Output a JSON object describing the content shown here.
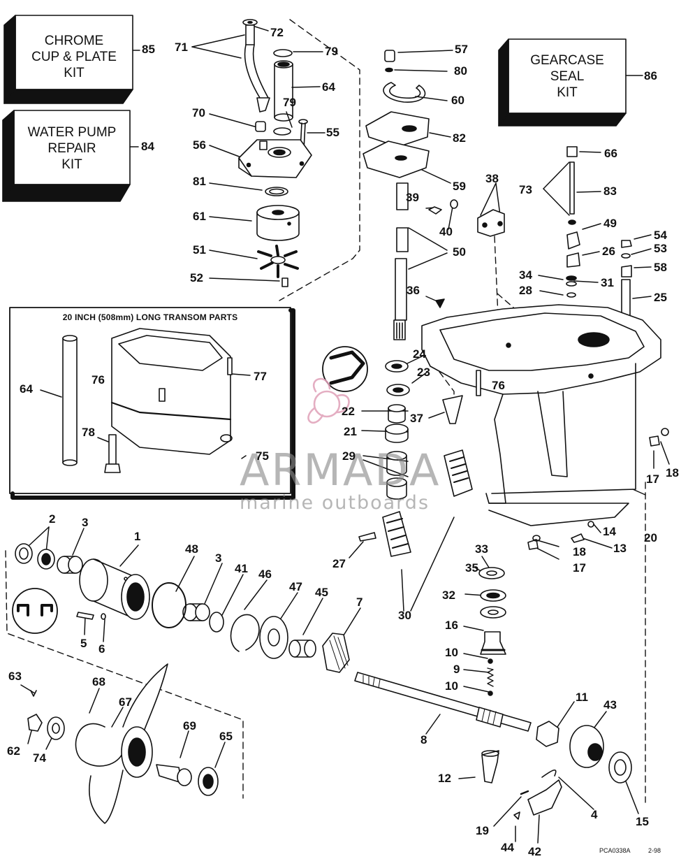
{
  "kits": {
    "chrome": "CHROME\nCUP & PLATE\nKIT",
    "waterpump": "WATER PUMP\nREPAIR\nKIT",
    "gearcase": "GEARCASE\nSEAL\nKIT"
  },
  "inset": {
    "title": "20 INCH (508mm) LONG TRANSOM PARTS"
  },
  "watermark": {
    "title": "ARMADA",
    "subtitle": "marine outboards"
  },
  "code": {
    "id": "PCA0338A",
    "date": "2-98"
  },
  "labels": {
    "n85": "85",
    "n72": "72",
    "n71": "71",
    "n79a": "79",
    "n57": "57",
    "n80": "80",
    "n64a": "64",
    "n60": "60",
    "n86": "86",
    "n70": "70",
    "n79b": "79",
    "n55": "55",
    "n84": "84",
    "n56": "56",
    "n82": "82",
    "n66": "66",
    "n59": "59",
    "n81": "81",
    "n38": "38",
    "n73": "73",
    "n83": "83",
    "n39": "39",
    "n61": "61",
    "n40": "40",
    "n49": "49",
    "n54": "54",
    "n26": "26",
    "n53": "53",
    "n51": "51",
    "n50": "50",
    "n58": "58",
    "n34": "34",
    "n31": "31",
    "n52": "52",
    "n36": "36",
    "n28": "28",
    "n25": "25",
    "n24": "24",
    "n77": "77",
    "n76a": "76",
    "n23": "23",
    "n64b": "64",
    "n76b": "76",
    "n22": "22",
    "n37": "37",
    "n21": "21",
    "n78": "78",
    "n29": "29",
    "n75": "75",
    "n17a": "17",
    "n18a": "18",
    "n2": "2",
    "n3a": "3",
    "n1": "1",
    "n14": "14",
    "n20": "20",
    "n13": "13",
    "n48": "48",
    "n27": "27",
    "n18b": "18",
    "n33": "33",
    "n17b": "17",
    "n3b": "3",
    "n41": "41",
    "n46": "46",
    "n35": "35",
    "n47": "47",
    "n45": "45",
    "n7": "7",
    "n32": "32",
    "n30": "30",
    "n5": "5",
    "n6": "6",
    "n16": "16",
    "n10a": "10",
    "n9": "9",
    "n63": "63",
    "n68": "68",
    "n10b": "10",
    "n11": "11",
    "n43": "43",
    "n67": "67",
    "n69": "69",
    "n65": "65",
    "n8": "8",
    "n62": "62",
    "n74": "74",
    "n12": "12",
    "n4": "4",
    "n15": "15",
    "n19": "19",
    "n44": "44",
    "n42": "42"
  }
}
